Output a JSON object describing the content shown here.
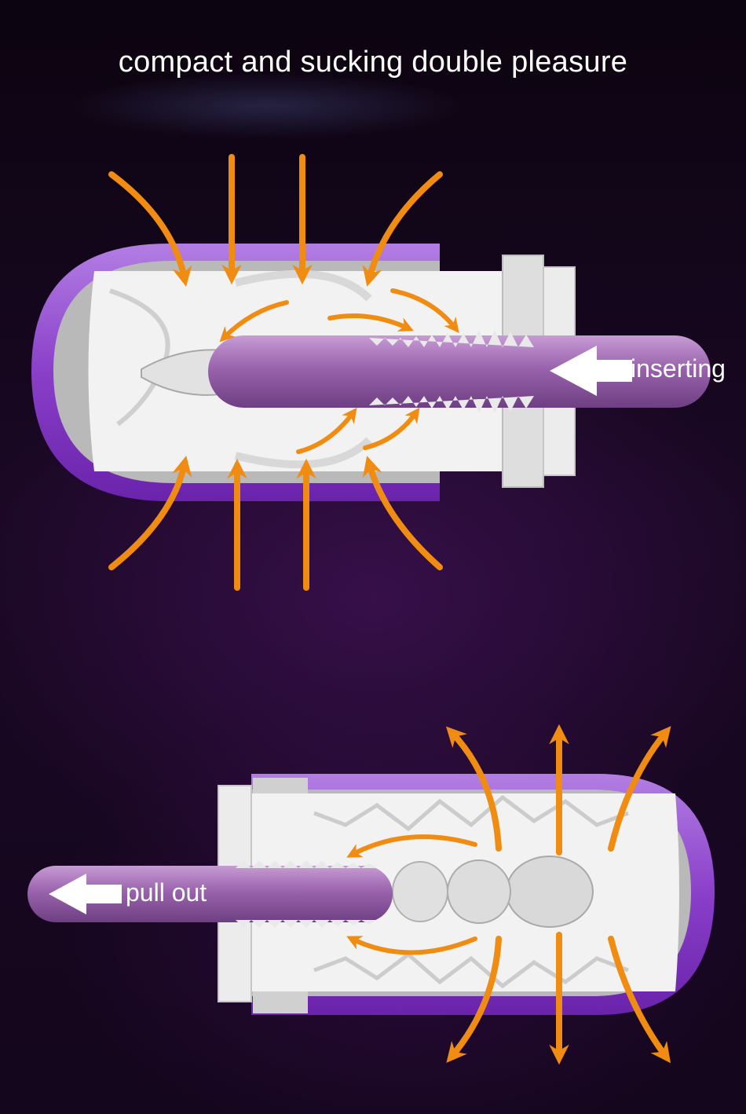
{
  "title": "compact and sucking double pleasure",
  "labels": {
    "inserting": "inserting",
    "pull_out": "pull out"
  },
  "colors": {
    "background": "#120619",
    "sleeve_purple": "#8a3fc9",
    "arrow_orange": "#f08c12",
    "rod_purple": "#a06ab2",
    "insert_white": "#f2f2f2"
  }
}
